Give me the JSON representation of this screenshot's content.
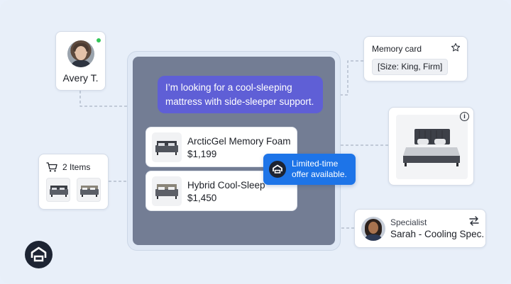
{
  "user": {
    "name": "Avery T.",
    "status": "online"
  },
  "chat": {
    "message": "I’m looking for a cool-sleeping mattress with side-sleeper support.",
    "products": [
      {
        "name": "ArcticGel Memory Foam",
        "price": "$1,199"
      },
      {
        "name": "Hybrid Cool-Sleep",
        "price": "$1,450"
      }
    ],
    "offer": {
      "line1": "Limited-time",
      "line2": "offer available."
    }
  },
  "cart": {
    "label": "2 Items",
    "icon": "cart-icon"
  },
  "memory": {
    "title": "Memory card",
    "tag": "[Size: King, Firm]",
    "icon": "star-icon"
  },
  "specialist": {
    "role": "Specialist",
    "name": "Sarah - Cooling Spec.",
    "icon": "swap-icon"
  },
  "colors": {
    "accent": "#5f5fd6",
    "offer": "#1d74e8",
    "panel": "#737d94",
    "background": "#e8eff9"
  }
}
